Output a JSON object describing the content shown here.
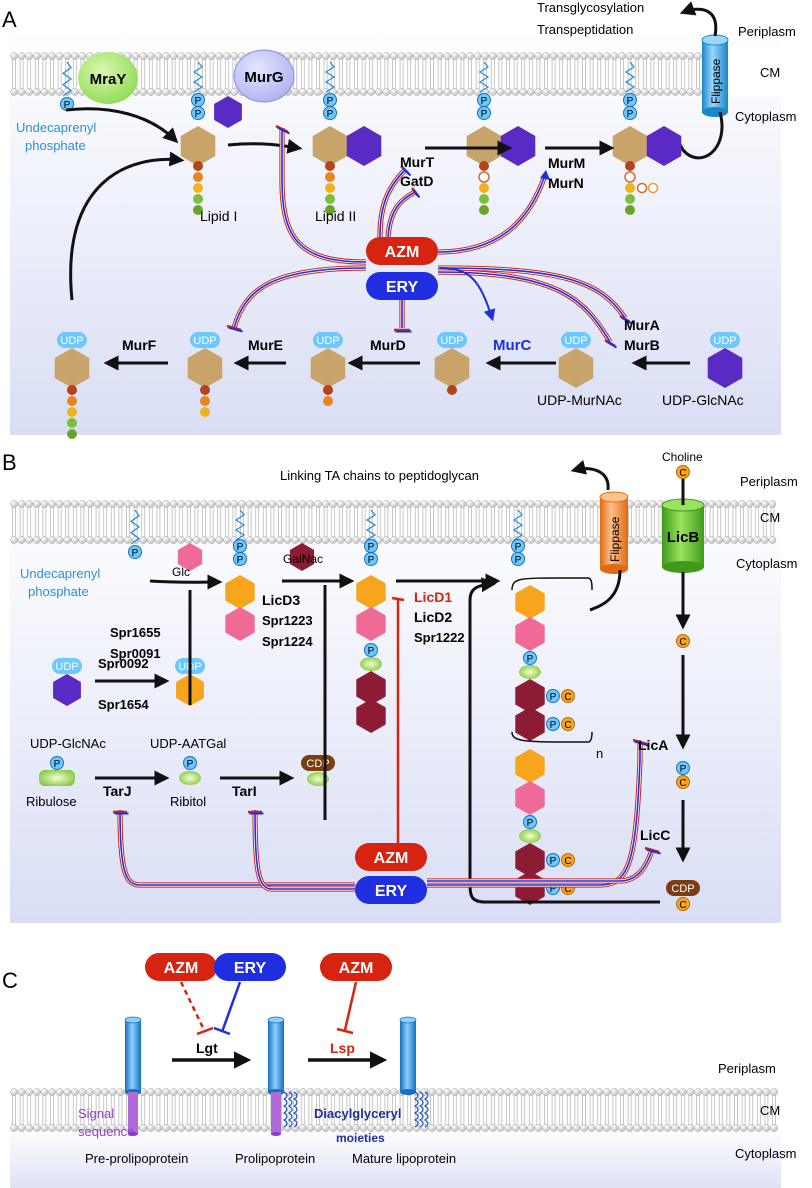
{
  "panels": {
    "a": {
      "letter": "A",
      "top_right": [
        "Transglycosylation",
        "Transpeptidation"
      ],
      "periplasm": "Periplasm",
      "cm": "CM",
      "cytoplasm": "Cytoplasm",
      "flippase": "Flippase",
      "mray": "MraY",
      "murg": "MurG",
      "undecaprenyl": [
        "Undecaprenyl",
        "phosphate"
      ],
      "lipid1": "Lipid I",
      "lipid2": "Lipid II",
      "murt": "MurT",
      "gatd": "GatD",
      "murm": "MurM",
      "murn": "MurN",
      "azm": "AZM",
      "ery": "ERY",
      "mura": "MurA",
      "murb": "MurB",
      "murc": "MurC",
      "murd": "MurD",
      "mure": "MurE",
      "murf": "MurF",
      "udp_murnac": "UDP-MurNAc",
      "udp_glcnac": "UDP-GlcNAc",
      "udp": "UDP",
      "p": "P"
    },
    "b": {
      "letter": "B",
      "linking": "Linking TA chains to peptidoglycan",
      "choline": "Choline",
      "periplasm": "Periplasm",
      "cm": "CM",
      "cytoplasm": "Cytoplasm",
      "flippase": "Flippase",
      "licb": "LicB",
      "undecaprenyl": [
        "Undecaprenyl",
        "phosphate"
      ],
      "glc": "Glc",
      "galnac": "GalNac",
      "spr1655": "Spr1655",
      "spr0091": "Spr0091",
      "licd3": "LicD3",
      "spr1223": "Spr1223",
      "spr1224": "Spr1224",
      "licd1": "LicD1",
      "licd2": "LicD2",
      "spr1222": "Spr1222",
      "spr0092": "Spr0092",
      "spr1654": "Spr1654",
      "udp_glcnac": "UDP-GlcNAc",
      "udp_aatgal": "UDP-AATGal",
      "ribulose": "Ribulose",
      "ribitol": "Ribitol",
      "tarj": "TarJ",
      "tari": "TarI",
      "cdp": "CDP",
      "n": "n",
      "lica": "LicA",
      "licc": "LicC",
      "azm": "AZM",
      "ery": "ERY",
      "udp": "UDP",
      "p": "P",
      "c": "C"
    },
    "c": {
      "letter": "C",
      "azm1": "AZM",
      "ery": "ERY",
      "azm2": "AZM",
      "lgt": "Lgt",
      "lsp": "Lsp",
      "periplasm": "Periplasm",
      "cm": "CM",
      "cytoplasm": "Cytoplasm",
      "signal": [
        "Signal",
        "sequence"
      ],
      "diacyl": [
        "Diacylglyceryl",
        "moieties"
      ],
      "pre": "Pre-prolipoprotein",
      "pro": "Prolipoprotein",
      "mature": "Mature lipoprotein"
    }
  },
  "colors": {
    "azm": "#d62410",
    "ery": "#1f2ee0",
    "blue_text": "#2f8fd8",
    "tan": "#c9a46a",
    "purple": "#5a2bc4",
    "orange": "#f7a51c",
    "pink": "#f06a98",
    "maroon": "#8e1b34",
    "green": "#7cc63a",
    "brown": "#7a3e12"
  }
}
